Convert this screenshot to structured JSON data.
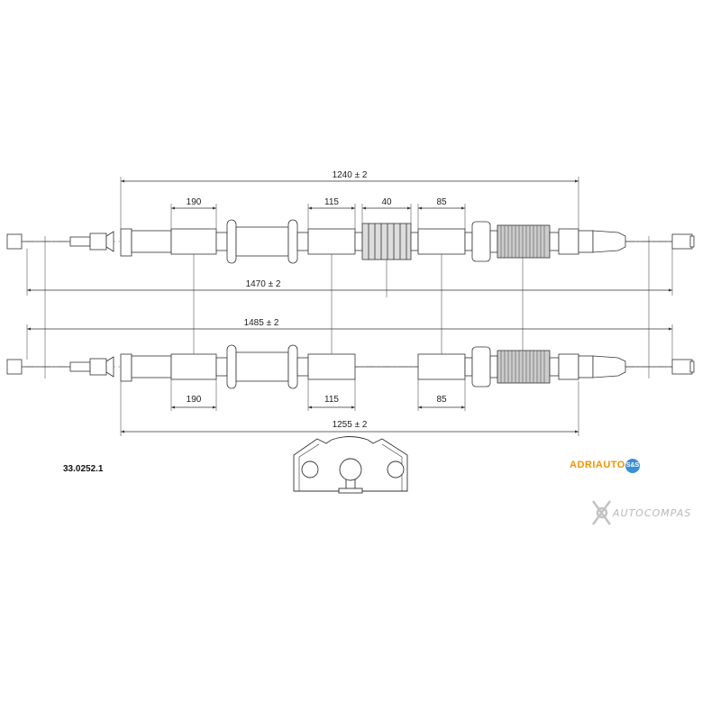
{
  "part_number": "33.0252.1",
  "brand": {
    "name": "ADRIAUTO",
    "badge": "S&S",
    "color": "#f29400",
    "badge_color": "#3a8fd6"
  },
  "watermark": {
    "text": "AUTOCOMPAS"
  },
  "dimensions": {
    "top_overall": "1240 ± 2",
    "top_190": "190",
    "top_115": "115",
    "top_40": "40",
    "top_85": "85",
    "mid_1470": "1470 ± 2",
    "mid_1485": "1485 ± 2",
    "bot_190": "190",
    "bot_115": "115",
    "bot_85": "85",
    "bottom_overall": "1255 ± 2"
  }
}
